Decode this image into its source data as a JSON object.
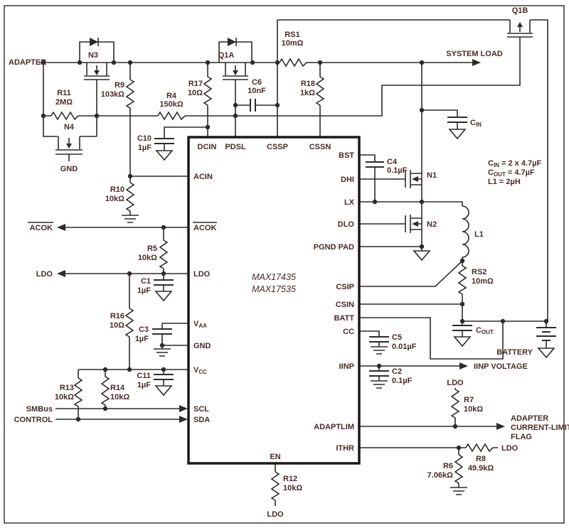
{
  "schematic": {
    "colors": {
      "ink": "#2e2a28",
      "text": "#4a2a26",
      "background": "#ffffff"
    },
    "ic": {
      "title_line1": "MAX17435",
      "title_line2": "MAX17535",
      "pins": {
        "dcin": "DCIN",
        "pdsl": "PDSL",
        "cssp": "CSSP",
        "cssn": "CSSN",
        "acin": "ACIN",
        "acok": "ACOK",
        "ldo": "LDO",
        "vaa_v": "V",
        "vaa_sub": "AA",
        "gnd": "GND",
        "vcc_v": "V",
        "vcc_sub": "CC",
        "scl": "SCL",
        "sda": "SDA",
        "en": "EN",
        "bst": "BST",
        "dhi": "DHI",
        "lx": "LX",
        "dlo": "DLO",
        "pgnd": "PGND PAD",
        "csip": "CSIP",
        "csin": "CSIN",
        "batt": "BATT",
        "cc": "CC",
        "iinp": "IINP",
        "adaptlim": "ADAPTLIM",
        "ithr": "ITHR"
      }
    },
    "transistors": {
      "n3": "N3",
      "n4": "N4",
      "q1a": "Q1A",
      "q1b": "Q1B",
      "n1": "N1",
      "n2": "N2"
    },
    "inductor": {
      "l1": "L1"
    },
    "resistors": {
      "r11": {
        "name": "R11",
        "value": "2MΩ"
      },
      "r9": {
        "name": "R9",
        "value": "103kΩ"
      },
      "r4": {
        "name": "R4",
        "value": "150kΩ"
      },
      "r17": {
        "name": "R17",
        "value": "10Ω"
      },
      "rs1": {
        "name": "RS1",
        "value": "10mΩ"
      },
      "r18": {
        "name": "R18",
        "value": "1kΩ"
      },
      "r10": {
        "name": "R10",
        "value": "10kΩ"
      },
      "r5": {
        "name": "R5",
        "value": "10kΩ"
      },
      "r16": {
        "name": "R16",
        "value": "10Ω"
      },
      "r13": {
        "name": "R13",
        "value": "10kΩ"
      },
      "r14": {
        "name": "R14",
        "value": "10kΩ"
      },
      "rs2": {
        "name": "RS2",
        "value": "10mΩ"
      },
      "r7": {
        "name": "R7",
        "value": "10kΩ"
      },
      "r6": {
        "name": "R6",
        "value": "7.06kΩ"
      },
      "r8": {
        "name": "R8",
        "value": "49.9kΩ"
      },
      "r12": {
        "name": "R12",
        "value": "10kΩ"
      }
    },
    "capacitors": {
      "c10": {
        "name": "C10",
        "value": "1µF"
      },
      "c6": {
        "name": "C6",
        "value": "10nF"
      },
      "c1": {
        "name": "C1",
        "value": "1µF"
      },
      "c3": {
        "name": "C3",
        "value": "1µF"
      },
      "c11": {
        "name": "C11",
        "value": "1µF"
      },
      "c4": {
        "name": "C4",
        "value": "0.1µF"
      },
      "c5": {
        "name": "C5",
        "value": "0.01µF"
      },
      "c2": {
        "name": "C2",
        "value": "0.1µF"
      },
      "cin": {
        "c": "C",
        "sub": "IN"
      },
      "cout": {
        "c": "C",
        "sub": "OUT"
      }
    },
    "labels": {
      "adapter": "ADAPTER",
      "gnd_n4": "GND",
      "system_load": "SYSTEM LOAD",
      "acok_out": "ACOK",
      "ldo_out": "LDO",
      "smbus": "SMBus",
      "control": "CONTROL",
      "iinp_voltage": "IINP VOLTAGE",
      "battery": "BATTERY",
      "flag1": "ADAPTER",
      "flag2": "CURRENT-LIMIT",
      "flag3": "FLAG",
      "ldo_r7": "LDO",
      "ldo_r8": "LDO",
      "ldo_r12": "LDO"
    },
    "notes": {
      "cin_c": "C",
      "cin_sub": "IN",
      "cin_rest": " = 2 x 4.7µF",
      "cout_c": "C",
      "cout_sub": "OUT",
      "cout_rest": " = 4.7µF",
      "l1_line": "L1 = 2µH"
    }
  }
}
